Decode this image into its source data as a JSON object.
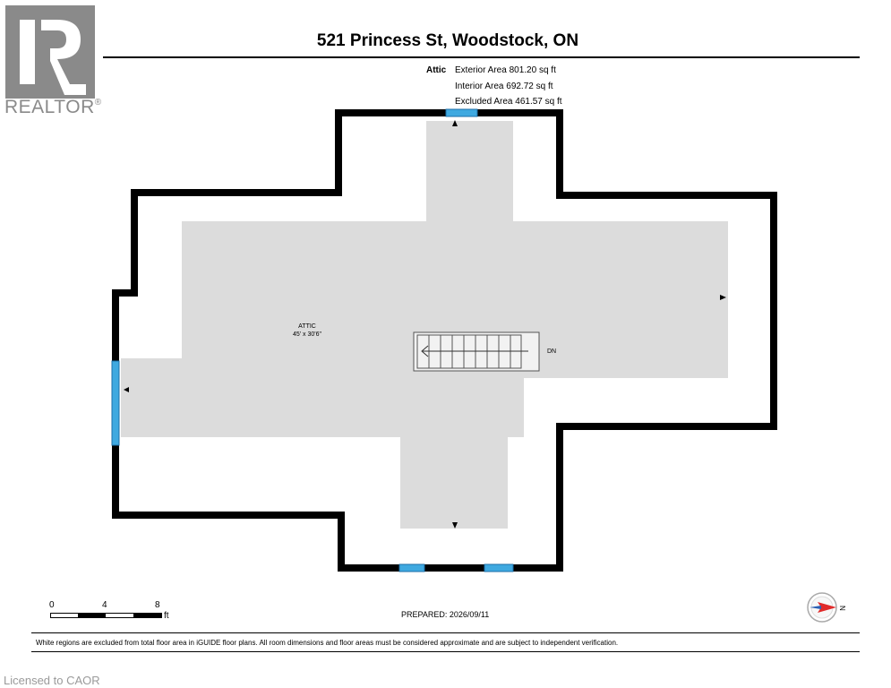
{
  "branding": {
    "logo_icon": "realtor-r-logo",
    "logo_text": "REALTOR",
    "logo_mark": "®",
    "logo_color": "#8a8a8a"
  },
  "title": "521 Princess St, Woodstock, ON",
  "areas": {
    "floor_label": "Attic",
    "exterior": "Exterior Area 801.20 sq ft",
    "interior": "Interior Area 692.72 sq ft",
    "excluded": "Excluded Area 461.57 sq ft"
  },
  "plan": {
    "room_name": "ATTIC",
    "room_dims": "45' x 30'6\"",
    "stairs_label": "DN",
    "wall_color": "#000000",
    "floor_color": "#dcdcdc",
    "window_color": "#3fa9e0"
  },
  "scale": {
    "ticks": [
      "0",
      "4",
      "8"
    ],
    "unit": "ft"
  },
  "prepared": "PREPARED: 2026/09/11",
  "compass": {
    "icon": "north-compass-icon",
    "label": "N"
  },
  "footer_note": "White regions are excluded from total floor area in iGUIDE floor plans. All room dimensions and floor areas must be considered approximate and are subject to independent verification.",
  "license": "Licensed to CAOR"
}
